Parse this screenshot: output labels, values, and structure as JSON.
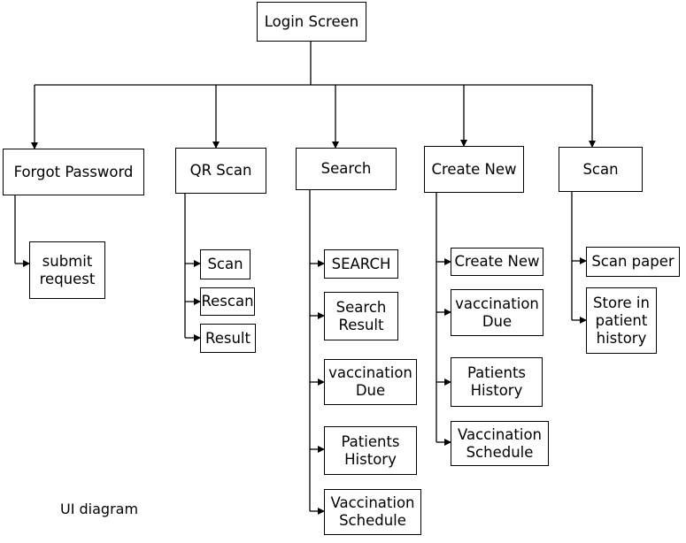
{
  "root": {
    "label": "Login Screen"
  },
  "branches": [
    {
      "label": "Forgot Password",
      "items": [
        "submit\nrequest"
      ]
    },
    {
      "label": "QR Scan",
      "items": [
        "Scan",
        "Rescan",
        "Result"
      ]
    },
    {
      "label": "Search",
      "items": [
        "SEARCH",
        "Search\nResult",
        "vaccination\nDue",
        "Patients\nHistory",
        "Vaccination\nSchedule"
      ]
    },
    {
      "label": "Create New",
      "items": [
        "Create New",
        "vaccination\nDue",
        "Patients\nHistory",
        "Vaccination\nSchedule"
      ]
    },
    {
      "label": "Scan",
      "items": [
        "Scan paper",
        "Store in\npatient\nhistory"
      ]
    }
  ],
  "caption": "UI diagram"
}
